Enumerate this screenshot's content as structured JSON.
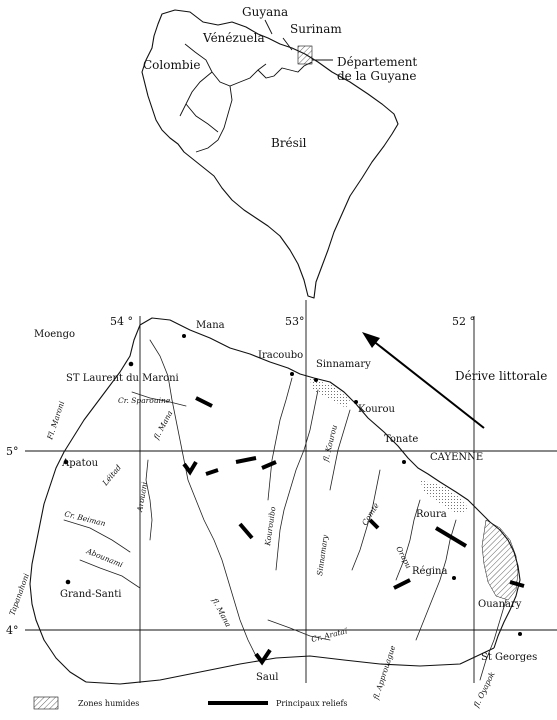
{
  "inset_map": {
    "countries": {
      "guyana": "Guyana",
      "surinam": "Surinam",
      "venezuela": "Vénézuela",
      "colombie": "Colombie",
      "bresil": "Brésil"
    },
    "departement_line1": "Département",
    "departement_line2": "de la Guyane"
  },
  "main_map": {
    "longitudes": {
      "lon54": "54 °",
      "lon53": "53°",
      "lon52": "52 °"
    },
    "latitudes": {
      "lat5": "5°",
      "lat4": "4°"
    },
    "towns": {
      "moengo": "Moengo",
      "mana": "Mana",
      "st_laurent": "ST Laurent du Maroni",
      "iracoubo": "Iracoubo",
      "sinnamary": "Sinnamary",
      "kourou": "Kourou",
      "tonate": "Tonate",
      "cayenne": "CAYENNE",
      "apatou": "Apatou",
      "roura": "Roura",
      "regina": "Régina",
      "ouanary": "Ouanary",
      "grand_santi": "Grand-Santi",
      "saul": "Saul",
      "st_georges": "St Georges"
    },
    "rivers": {
      "fl_maroni": "Fl. Maroni",
      "cr_sparouine": "Cr. Sparouine",
      "fl_mana_north": "fl. Mana",
      "leitad": "Léitad",
      "arouani": "Arouani",
      "cr_beiman": "Cr. Beiman",
      "abounami": "Abounami",
      "tapanahoni": "Tapanahoni",
      "fl_kourou": "fl. Kourou",
      "kourouibo": "Kourouibo",
      "sinnamary_river": "Sinnamary",
      "comte": "Comté",
      "orapu": "Orapu",
      "fl_mana_south": "fl. Mana",
      "cr_arataï": "Cr. Arataï",
      "fl_approuague": "fl. Approuague",
      "fl_oyapok": "fl. Oyapok"
    },
    "drift_label": "Dérive littorale"
  },
  "legend": {
    "wetlands": "Zones humides",
    "reliefs": "Principaux reliefs"
  },
  "colors": {
    "ink": "#111111",
    "background": "#ffffff"
  }
}
